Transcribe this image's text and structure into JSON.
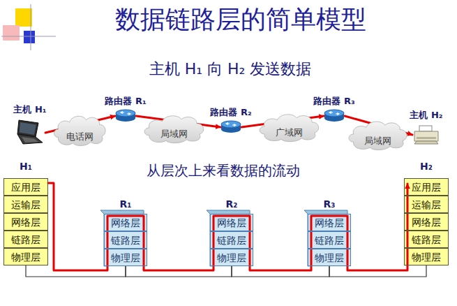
{
  "diagram": {
    "title": "数据链路层的简单模型",
    "nodes": [
      {
        "text": [
          "主机 H₁"
        ]
      },
      {
        "text": [
          "电话网"
        ]
      },
      {
        "text": [
          "路由器 R₁"
        ]
      },
      {
        "text": [
          "局域网"
        ]
      },
      {
        "text": [
          "路由器 R₂"
        ]
      },
      {
        "text": [
          "广域网"
        ]
      },
      {
        "text": [
          "路由器 R₃"
        ]
      },
      {
        "text": [
          "局域网"
        ]
      },
      {
        "text": [
          "主机 H₂"
        ]
      },
      {
        "text": [
          "H₁"
        ]
      },
      {
        "text": [
          "应用层"
        ],
        "in": 9
      },
      {
        "text": [
          "运输层"
        ],
        "in": 9
      },
      {
        "text": [
          "网络层"
        ],
        "in": 9
      },
      {
        "text": [
          "链路层"
        ],
        "in": 9
      },
      {
        "text": [
          "物理层"
        ],
        "in": 9
      },
      {
        "text": [
          "R₁"
        ]
      },
      {
        "text": [
          "网络层"
        ],
        "in": 15
      },
      {
        "text": [
          "链路层"
        ],
        "in": 15
      },
      {
        "text": [
          "物理层"
        ],
        "in": 15
      },
      {
        "text": [
          "R₂"
        ]
      },
      {
        "text": [
          "网络层"
        ],
        "in": 19
      },
      {
        "text": [
          "链路层"
        ],
        "in": 19
      },
      {
        "text": [
          "物理层"
        ],
        "in": 19
      },
      {
        "text": [
          "R₃"
        ]
      },
      {
        "text": [
          "网络层"
        ],
        "in": 23
      },
      {
        "text": [
          "链路层"
        ],
        "in": 23
      },
      {
        "text": [
          "物理层"
        ],
        "in": 23
      },
      {
        "text": [
          "H₂"
        ]
      },
      {
        "text": [
          "应用层"
        ],
        "in": 27
      },
      {
        "text": [
          "运输层"
        ],
        "in": 27
      },
      {
        "text": [
          "网络层"
        ],
        "in": 27
      },
      {
        "text": [
          "链路层"
        ],
        "in": 27
      },
      {
        "text": [
          "物理层"
        ],
        "in": 27
      }
    ],
    "edges": [
      {
        "from": 0,
        "to": 2,
        "arrow": "to"
      },
      {
        "from": 2,
        "to": 4,
        "arrow": "to"
      },
      {
        "from": 4,
        "to": 6,
        "arrow": "to"
      },
      {
        "from": 6,
        "to": 8,
        "arrow": "to"
      },
      {
        "from": 10,
        "to": 28,
        "arrow": "to"
      },
      {
        "from": 14,
        "to": 18,
        "arrow": "none"
      },
      {
        "from": 18,
        "to": 22,
        "arrow": "none"
      },
      {
        "from": 22,
        "to": 26,
        "arrow": "none"
      },
      {
        "from": 26,
        "to": 32,
        "arrow": "none"
      }
    ],
    "labels": [
      "主机 H₁ 向 H₂ 发送数据",
      "从层次上来看数据的流动"
    ]
  }
}
